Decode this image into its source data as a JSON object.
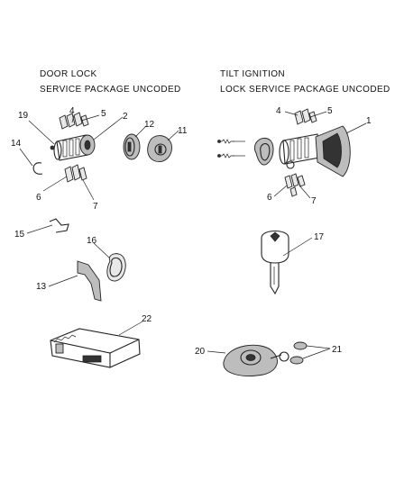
{
  "left_section": {
    "title_line1": "DOOR LOCK",
    "title_line2": "SERVICE PACKAGE UNCODED"
  },
  "right_section": {
    "title_line1": "TILT IGNITION",
    "title_line2": "LOCK SERVICE PACKAGE UNCODED"
  },
  "callouts": {
    "c1": "1",
    "c2": "2",
    "c4a": "4",
    "c4b": "4",
    "c5a": "5",
    "c5b": "5",
    "c6a": "6",
    "c6b": "6",
    "c7a": "7",
    "c7b": "7",
    "c11": "11",
    "c12": "12",
    "c13": "13",
    "c14": "14",
    "c15": "15",
    "c16": "16",
    "c17": "17",
    "c19": "19",
    "c20": "20",
    "c21": "21",
    "c22": "22"
  }
}
